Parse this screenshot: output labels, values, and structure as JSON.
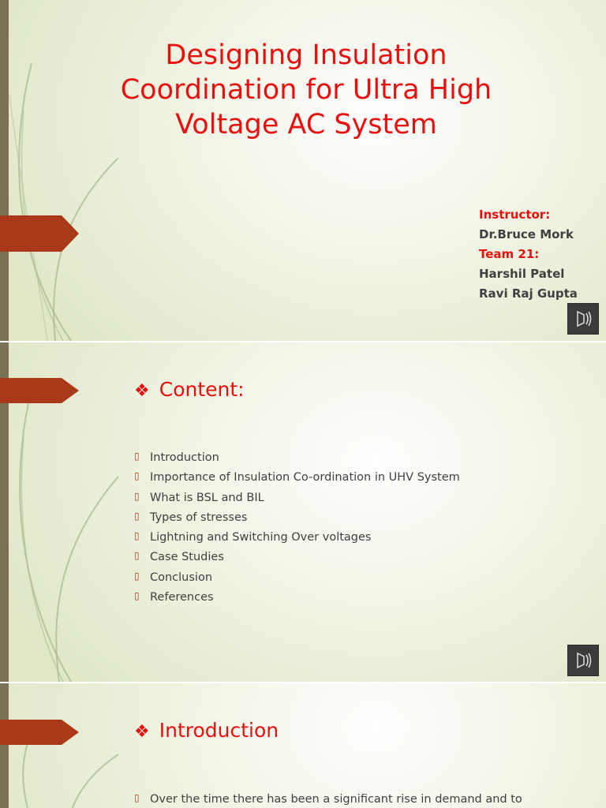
{
  "slide1": {
    "title": "Designing Insulation Coordination for Ultra High Voltage AC System",
    "instructor_label": "Instructor:",
    "instructor_name": "Dr.Bruce Mork",
    "team_label": "Team 21:",
    "members": [
      "Harshil Patel",
      "Ravi Raj Gupta"
    ]
  },
  "slide2": {
    "diamond": "❖",
    "heading": "Content:",
    "bullet_mark": "▯",
    "items": [
      "Introduction",
      "Importance of Insulation Co-ordination in UHV System",
      "What is BSL and BIL",
      "Types of stresses",
      "Lightning and Switching Over voltages",
      "Case Studies",
      "Conclusion",
      "References"
    ]
  },
  "slide3": {
    "diamond": "❖",
    "heading": "Introduction",
    "bullet_mark": "▯",
    "items": [
      "Over the time there has been a significant rise in demand and to"
    ]
  },
  "icons": {
    "speaker": "speaker-icon",
    "arrow": "arrow-tab"
  },
  "colors": {
    "title_red": "#e8100f",
    "accent_rust": "#a83a1a",
    "left_bar": "#7a7256",
    "text_gray": "#404040"
  }
}
